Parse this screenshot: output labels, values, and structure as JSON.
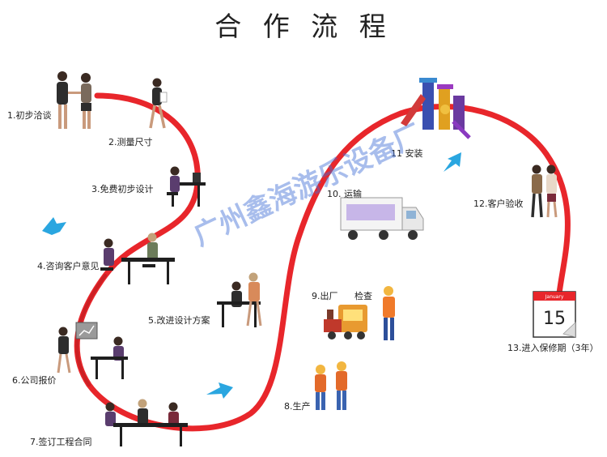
{
  "title": "合 作 流 程",
  "watermark": "广州鑫海游乐设备厂",
  "colors": {
    "path": "#e8262b",
    "path_dark": "#b81c20",
    "arrow": "#2aa6e0"
  },
  "steps": [
    {
      "label": "1.初步洽谈"
    },
    {
      "label": "2.测量尺寸"
    },
    {
      "label": "3.免费初步设计"
    },
    {
      "label": "4.咨询客户意见"
    },
    {
      "label": "5.改进设计方案"
    },
    {
      "label": "6.公司报价"
    },
    {
      "label": "7.签订工程合同"
    },
    {
      "label": "8.生产"
    },
    {
      "label": "9.出厂"
    },
    {
      "label": "检查"
    },
    {
      "label": "10. 运输"
    },
    {
      "label": "11 安装"
    },
    {
      "label": "12.客户验收"
    },
    {
      "label": "13.进入保修期（3年）"
    }
  ],
  "calendar": {
    "month": "January",
    "day": "15"
  }
}
